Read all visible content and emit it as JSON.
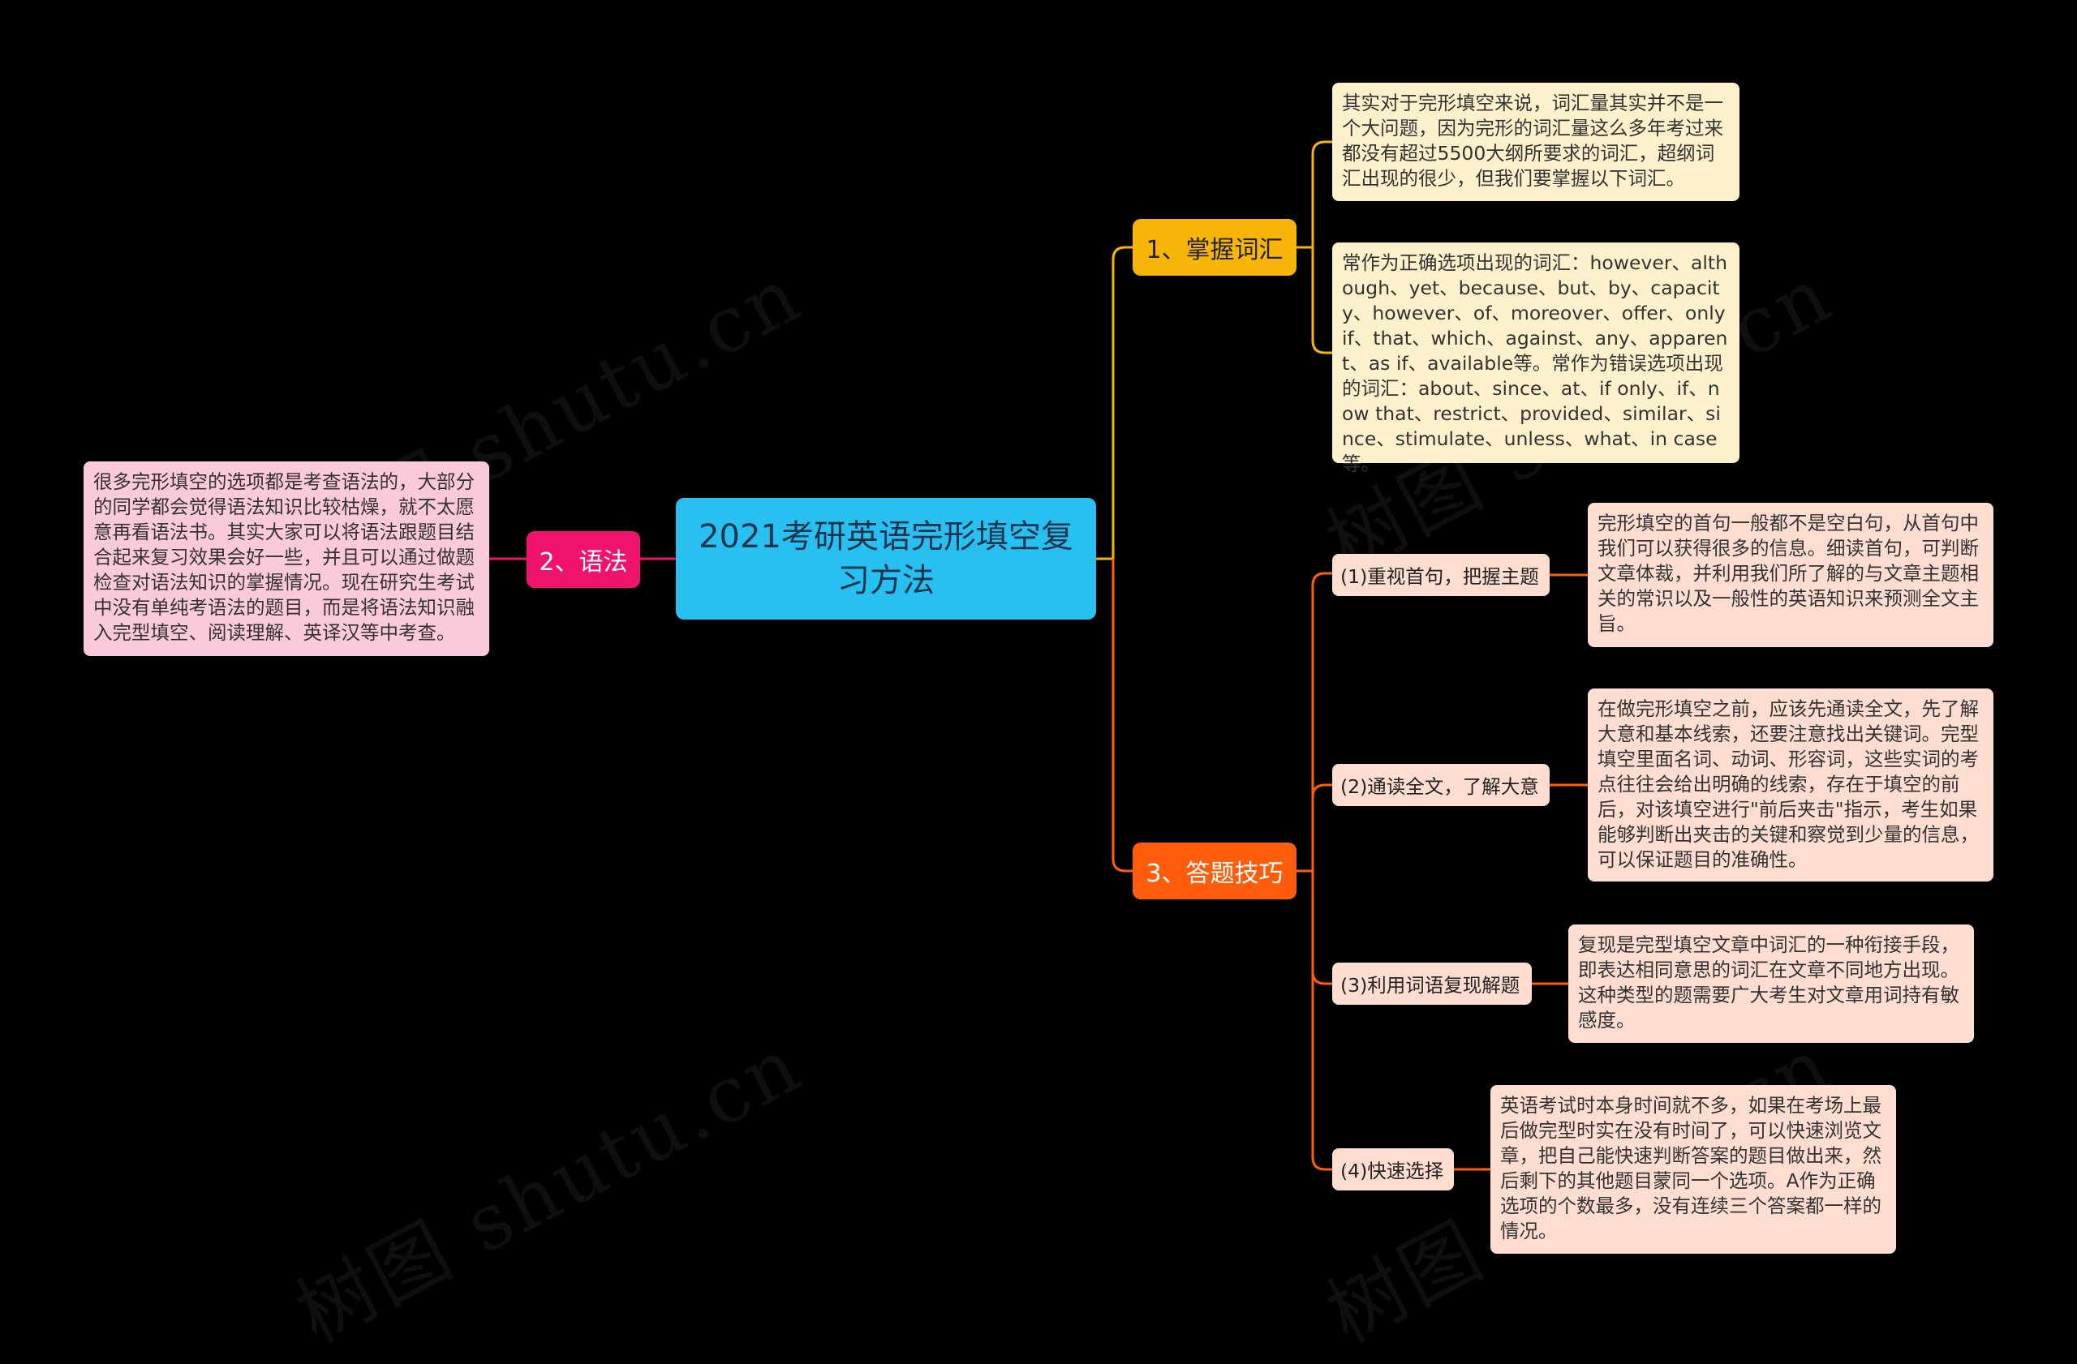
{
  "watermark": "树图 shutu.cn",
  "root": {
    "title": "2021考研英语完形填空复习方法"
  },
  "branches": {
    "vocab": {
      "label": "1、掌握词汇",
      "color": "#f7b50a",
      "notes": [
        "其实对于完形填空来说，词汇量其实并不是一个大问题，因为完形的词汇量这么多年考过来都没有超过5500大纲所要求的词汇，超纲词汇出现的很少，但我们要掌握以下词汇。",
        "常作为正确选项出现的词汇：however、although、yet、because、but、by、capacity、however、of、moreover、offer、only if、that、which、against、any、apparent、as if、available等。常作为错误选项出现的词汇：about、since、at、if only、if、now that、restrict、provided、similar、since、stimulate、unless、what、in case等。"
      ]
    },
    "grammar": {
      "label": "2、语法",
      "color": "#f0136b",
      "note": "很多完形填空的选项都是考查语法的，大部分的同学都会觉得语法知识比较枯燥，就不太愿意再看语法书。其实大家可以将语法跟题目结合起来复习效果会好一些，并且可以通过做题检查对语法知识的掌握情况。现在研究生考试中没有单纯考语法的题目，而是将语法知识融入完型填空、阅读理解、英译汉等中考查。"
    },
    "skills": {
      "label": "3、答题技巧",
      "color": "#ff5c0b",
      "items": [
        {
          "label": "(1)重视首句，把握主题",
          "note": "完形填空的首句一般都不是空白句，从首句中我们可以获得很多的信息。细读首句，可判断文章体裁，并利用我们所了解的与文章主题相关的常识以及一般性的英语知识来预测全文主旨。"
        },
        {
          "label": "(2)通读全文，了解大意",
          "note": "在做完形填空之前，应该先通读全文，先了解大意和基本线索，还要注意找出关键词。完型填空里面名词、动词、形容词，这些实词的考点往往会给出明确的线索，存在于填空的前后，对该填空进行\"前后夹击\"指示，考生如果能够判断出夹击的关键和察觉到少量的信息，可以保证题目的准确性。"
        },
        {
          "label": "(3)利用词语复现解题",
          "note": "复现是完型填空文章中词汇的一种衔接手段，即表达相同意思的词汇在文章不同地方出现。这种类型的题需要广大考生对文章用词持有敏感度。"
        },
        {
          "label": "(4)快速选择",
          "note": "英语考试时本身时间就不多，如果在考场上最后做完型时实在没有时间了，可以快速浏览文章，把自己能快速判断答案的题目做出来，然后剩下的其他题目蒙同一个选项。A作为正确选项的个数最多，没有连续三个答案都一样的情况。"
        }
      ]
    }
  }
}
